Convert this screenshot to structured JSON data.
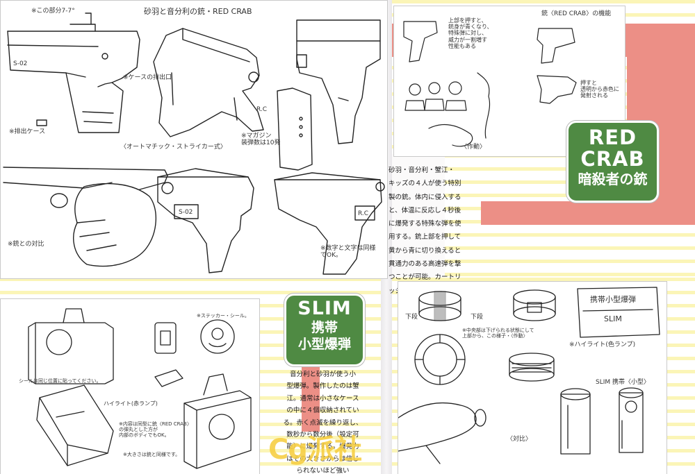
{
  "top_left_sheet": {
    "title": "砂羽と音分利の銃・RED CRAB",
    "notes": {
      "barrel_top": "※この部分7-7°",
      "serial": "S-02",
      "case_eject": "※ケースの排出口",
      "shell": "※排出ケース",
      "mechanism": "〈オートマチック・ストライカー式〉",
      "magazine": "※マガジン\n装弾数は10発",
      "grip_mark": "R.C",
      "hand_compare": "※銃との対比",
      "numbering": "※数字と文字は同様\nでOK。",
      "serial_2": "S-02",
      "grip_mark_2": "R.C"
    }
  },
  "top_right_sheet": {
    "title": "銃〈RED CRAB〉の機能",
    "notes": {
      "upper": "上部を押すと、\n銃身が青くなり、\n特殊弾に対し、\n威力が一割増す\n性能もある",
      "lower": "押すと\n透明から赤色に\n発射される",
      "burst": "〈作動〉"
    }
  },
  "red_crab": {
    "badge": {
      "line1": "RED",
      "line2": "CRAB",
      "line3": "暗殺者の銃"
    },
    "description": "砂羽・音分利・蟹江・\nキッズの４人が使う特別\n製の銃。体内に侵入する\nと、体温に反応し４秒後\nに爆発する特殊な弾を使\n用する。銃上部を押して\n黄から青に切り換えると\n貫通力のある高速弾を撃\nつことが可能。カートリ\nッジの交換方法等は不明"
  },
  "slim": {
    "badge": {
      "line1": "SLIM",
      "line2": "携帯",
      "line3": "小型爆弾"
    },
    "description": "音分利と砂羽が使う小\n型爆弾。製作したのは蟹\n江。通常は小さなケース\nの中に４個収納されてい\nる。赤く点滅を繰り返し、\n数秒から数分後（設定可\n能）に爆発する。爆発力\nはその大きさからは信じ\nられないほど強い"
  },
  "bottom_left_sheet": {
    "notes": {
      "sticker": "※ステッカー・シール。",
      "case_note": "シールは同じ位置に貼ってください。",
      "red_lamp": "ハイライト(赤ランプ)",
      "compare": "※内容は同型に銃〈RED CRAB〉\nの弾丸とした方が\n内部のボディでもOK。",
      "size_note": "※大きさは銃と同様です。"
    }
  },
  "bottom_right_sheet": {
    "title": "携帯小型爆弾",
    "subtitle": "SLIM",
    "notes": {
      "side_a": "下段",
      "side_b": "下段",
      "press_note": "※中央部は下げられる状態にして\n上部から、この様子・〈作動〉",
      "lamp": "※ハイライト(色ランプ)",
      "slim_label": "SLIM 携帯〈小型〉",
      "hand_compare": "〈対比〉"
    }
  },
  "watermark": "Cg派社",
  "colors": {
    "badge_green": "#4f8a43",
    "salmon": "#ec8f86",
    "stripe_yellow": "#fbf5b7",
    "watermark": "#f6cd40"
  }
}
